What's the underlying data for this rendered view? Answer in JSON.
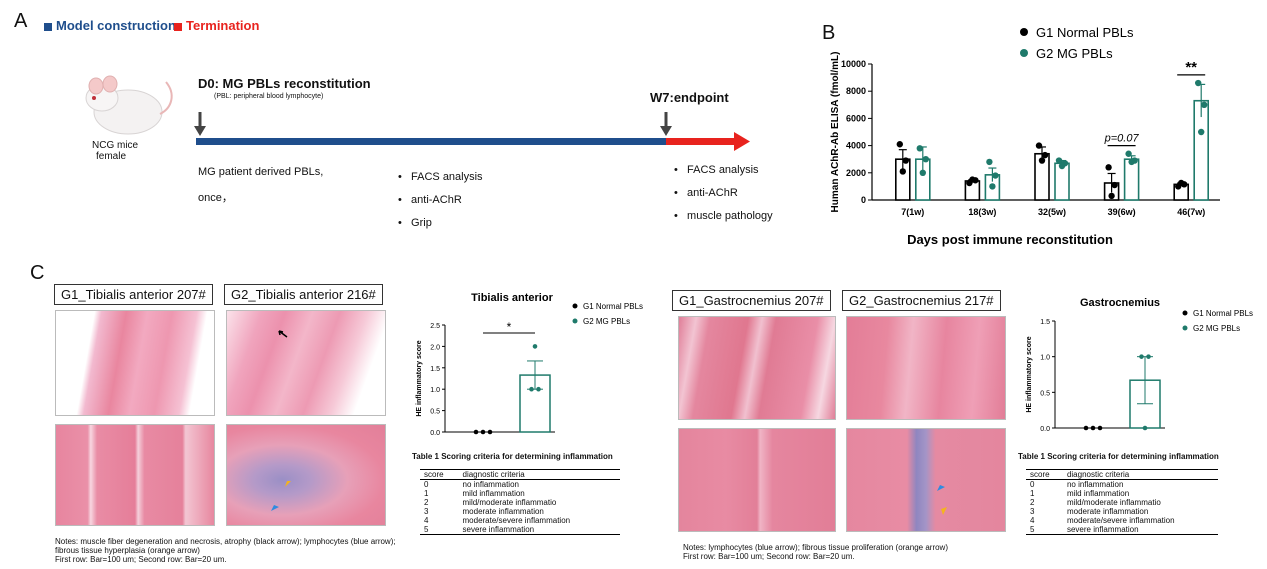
{
  "panelA": {
    "letter": "A",
    "legend_model": "Model construction",
    "legend_term": "Termination",
    "colors": {
      "model": "#1f4e8c",
      "termination": "#e8231e"
    },
    "mouse_label_1": "NCG mice",
    "mouse_label_2": "female",
    "d0_title": "D0: MG PBLs reconstitution",
    "d0_note": "(PBL: peripheral blood lymphocyte)",
    "w7_title": "W7:endpoint",
    "left_text_1": "MG patient derived PBLs,",
    "left_text_2": "once，",
    "mid_items": [
      "FACS analysis",
      "anti-AChR",
      "Grip"
    ],
    "right_items": [
      "FACS analysis",
      "anti-AChR",
      "muscle pathology"
    ],
    "bullet": "•"
  },
  "panelB": {
    "letter": "B",
    "xlabel_main": "Days post immune reconstitution"
  },
  "panelC": {
    "letter": "C",
    "labels": [
      "G1_Tibialis anterior 207#",
      "G2_Tibialis anterior 216#",
      "G1_Gastrocnemius 207#",
      "G2_Gastrocnemius 217#"
    ],
    "notes_ta_1": "Notes: muscle fiber degeneration and necrosis, atrophy (black arrow); lymphocytes (blue arrow);",
    "notes_ta_2": "fibrous tissue hyperplasia (orange arrow)",
    "notes_ta_3": "First row: Bar=100 um;  Second row: Bar=20 um.",
    "notes_gc_1": "Notes: lymphocytes (blue arrow); fibrous tissue proliferation (orange arrow)",
    "notes_gc_2": "First row: Bar=100 um;   Second row: Bar=20 um.",
    "table_title": "Table 1 Scoring criteria for determining inflammation",
    "table_headers": [
      "score",
      "diagnostic criteria"
    ],
    "table_rows": [
      [
        "0",
        "no inflammation"
      ],
      [
        "1",
        "mild inflammation"
      ],
      [
        "2",
        "mild/moderate inflammatio"
      ],
      [
        "3",
        "moderate inflammation"
      ],
      [
        "4",
        "moderate/severe inflammation"
      ],
      [
        "5",
        "severe inflammation"
      ]
    ]
  },
  "chart_data": [
    {
      "type": "bar",
      "panel": "B",
      "ylabel": "Human AChR-Ab ELISA (fmol/mL)",
      "xlabel": "Days post immune reconstitution",
      "categories": [
        "7(1w)",
        "18(3w)",
        "32(5w)",
        "39(6w)",
        "46(7w)"
      ],
      "ylim": [
        0,
        10000
      ],
      "yticks": [
        0,
        2000,
        4000,
        6000,
        8000,
        10000
      ],
      "series": [
        {
          "name": "G1 Normal PBLs",
          "color": "#000000",
          "values": [
            3000,
            1400,
            3400,
            1250,
            1150
          ],
          "sem": [
            700,
            100,
            500,
            700,
            100
          ],
          "points": [
            [
              4100,
              2900,
              2100
            ],
            [
              1250,
              1450,
              1500
            ],
            [
              4000,
              3300,
              2900
            ],
            [
              2400,
              1100,
              300
            ],
            [
              1000,
              1150,
              1250
            ]
          ]
        },
        {
          "name": "G2 MG PBLs",
          "color": "#1f7a6b",
          "values": [
            3000,
            1850,
            2700,
            3000,
            7300
          ],
          "sem": [
            900,
            500,
            200,
            250,
            1200
          ],
          "points": [
            [
              3800,
              3000,
              2000
            ],
            [
              2800,
              1800,
              1000
            ],
            [
              2900,
              2700,
              2500
            ],
            [
              3400,
              2900,
              2800
            ],
            [
              8600,
              7000,
              5000
            ]
          ]
        }
      ],
      "annotations": [
        {
          "category": "39(6w)",
          "text": "p=0.07"
        },
        {
          "category": "46(7w)",
          "text": "**"
        }
      ]
    },
    {
      "type": "bar",
      "panel": "C-left",
      "title": "Tibialis anterior",
      "ylabel": "HE inflammatory score",
      "categories": [
        "G1 Normal PBLs",
        "G2 MG PBLs"
      ],
      "ylim": [
        0,
        2.5
      ],
      "yticks": [
        0.0,
        0.5,
        1.0,
        1.5,
        2.0,
        2.5
      ],
      "series": [
        {
          "name": "G1 Normal PBLs",
          "color": "#000000",
          "values": [
            0
          ],
          "sem": [
            0
          ],
          "points": [
            [
              0,
              0,
              0
            ]
          ]
        },
        {
          "name": "G2 MG PBLs",
          "color": "#1f7a6b",
          "values": [
            1.33
          ],
          "sem": [
            0.33
          ],
          "points": [
            [
              2,
              1,
              1
            ]
          ]
        }
      ],
      "annotations": [
        {
          "text": "*"
        }
      ]
    },
    {
      "type": "bar",
      "panel": "C-right",
      "title": "Gastrocnemius",
      "ylabel": "HE inflammatory score",
      "categories": [
        "G1 Normal PBLs",
        "G2 MG PBLs"
      ],
      "ylim": [
        0,
        1.5
      ],
      "yticks": [
        0.0,
        0.5,
        1.0,
        1.5
      ],
      "series": [
        {
          "name": "G1 Normal PBLs",
          "color": "#000000",
          "values": [
            0
          ],
          "sem": [
            0
          ],
          "points": [
            [
              0,
              0,
              0
            ]
          ]
        },
        {
          "name": "G2 MG PBLs",
          "color": "#1f7a6b",
          "values": [
            0.67
          ],
          "sem": [
            0.33
          ],
          "points": [
            [
              1,
              1,
              0
            ]
          ]
        }
      ]
    }
  ]
}
